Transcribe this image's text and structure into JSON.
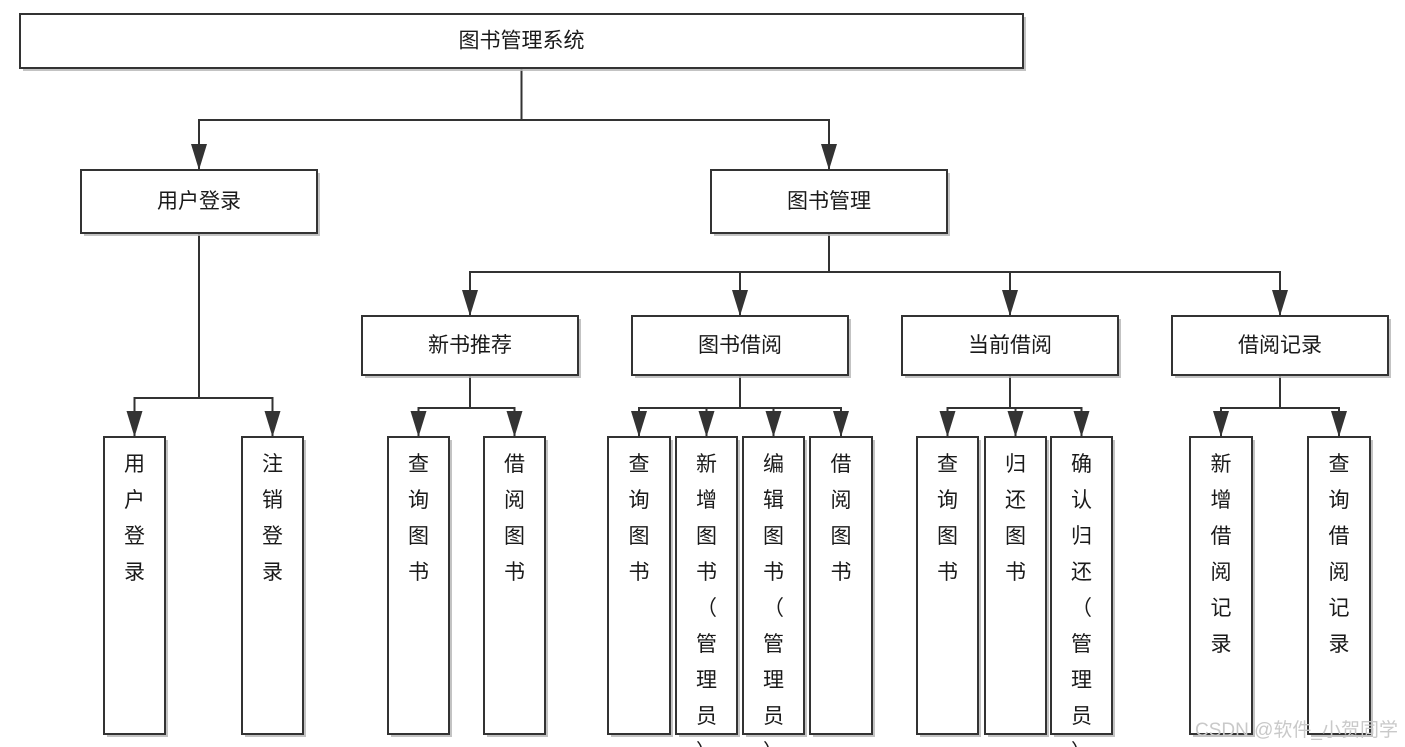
{
  "diagram": {
    "type": "tree",
    "title": "图书管理系统",
    "orientation": "top-down",
    "background_color": "#ffffff",
    "box_stroke_color": "#333333",
    "box_fill_color": "#ffffff",
    "text_color": "#1a1a1a",
    "connector_color": "#333333"
  },
  "nodes": {
    "root": {
      "label": "图书管理系统",
      "level": 0,
      "orientation": "horizontal"
    },
    "l1": [
      {
        "id": "user-login",
        "label": "用户登录",
        "level": 1,
        "orientation": "horizontal"
      },
      {
        "id": "book-manage",
        "label": "图书管理",
        "level": 1,
        "orientation": "horizontal"
      }
    ],
    "l2": [
      {
        "id": "new-book-rec",
        "label": "新书推荐",
        "level": 2,
        "orientation": "horizontal"
      },
      {
        "id": "book-borrow",
        "label": "图书借阅",
        "level": 2,
        "orientation": "horizontal"
      },
      {
        "id": "current-borrow",
        "label": "当前借阅",
        "level": 2,
        "orientation": "horizontal"
      },
      {
        "id": "borrow-record",
        "label": "借阅记录",
        "level": 2,
        "orientation": "horizontal"
      }
    ],
    "l3": [
      {
        "id": "leaf-user-login",
        "label": "用户登录",
        "parent": "user-login",
        "level": 3,
        "orientation": "vertical"
      },
      {
        "id": "leaf-logout",
        "label": "注销登录",
        "parent": "user-login",
        "level": 3,
        "orientation": "vertical"
      },
      {
        "id": "leaf-query-book-1",
        "label": "查询图书",
        "parent": "new-book-rec",
        "level": 3,
        "orientation": "vertical"
      },
      {
        "id": "leaf-borrow-book-1",
        "label": "借阅图书",
        "parent": "new-book-rec",
        "level": 3,
        "orientation": "vertical"
      },
      {
        "id": "leaf-query-book-2",
        "label": "查询图书",
        "parent": "book-borrow",
        "level": 3,
        "orientation": "vertical"
      },
      {
        "id": "leaf-add-book",
        "label": "新增图书（管理员）",
        "parent": "book-borrow",
        "level": 3,
        "orientation": "vertical"
      },
      {
        "id": "leaf-edit-book",
        "label": "编辑图书（管理员）",
        "parent": "book-borrow",
        "level": 3,
        "orientation": "vertical"
      },
      {
        "id": "leaf-borrow-book-2",
        "label": "借阅图书",
        "parent": "book-borrow",
        "level": 3,
        "orientation": "vertical"
      },
      {
        "id": "leaf-query-book-3",
        "label": "查询图书",
        "parent": "current-borrow",
        "level": 3,
        "orientation": "vertical"
      },
      {
        "id": "leaf-return-book",
        "label": "归还图书",
        "parent": "current-borrow",
        "level": 3,
        "orientation": "vertical"
      },
      {
        "id": "leaf-confirm-return",
        "label": "确认归还（管理员）",
        "parent": "current-borrow",
        "level": 3,
        "orientation": "vertical"
      },
      {
        "id": "leaf-add-record",
        "label": "新增借阅记录",
        "parent": "borrow-record",
        "level": 3,
        "orientation": "vertical"
      },
      {
        "id": "leaf-query-record",
        "label": "查询借阅记录",
        "parent": "borrow-record",
        "level": 3,
        "orientation": "vertical"
      }
    ]
  },
  "watermark": {
    "text": "CSDN @软件_小贺同学",
    "color": "#c9c9c9"
  }
}
